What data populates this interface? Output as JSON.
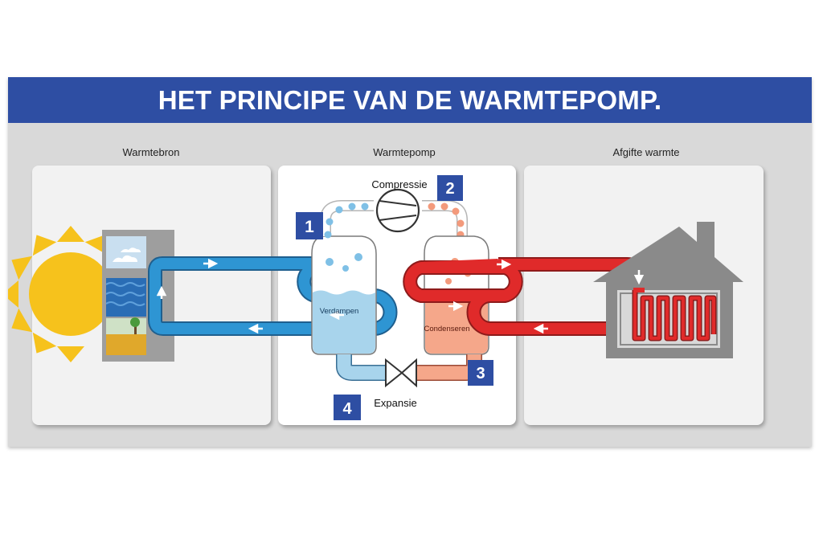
{
  "banner": {
    "title": "HET PRINCIPE VAN DE WARMTEPOMP."
  },
  "columns": {
    "source": "Warmtebron",
    "pump": "Warmtepomp",
    "output": "Afgifte warmte"
  },
  "stages": {
    "compression": {
      "number": "2",
      "label": "Compressie"
    },
    "evaporation": {
      "number": "1",
      "label": "Verdampen"
    },
    "condensation": {
      "number": "3",
      "label": "Condenseren"
    },
    "expansion": {
      "number": "4",
      "label": "Expansie"
    }
  },
  "colors": {
    "banner": "#2e4ea3",
    "cold_circuit": "#2e95d3",
    "hot_circuit": "#e02a2a",
    "evaporator_fill": "#a8d4ec",
    "condenser_fill": "#f5a78a",
    "sun": "#f6c21c",
    "house": "#8a8a8a",
    "number_badge": "#2e4ea3"
  },
  "icons": {
    "sun": "sun-icon",
    "environment": "environment-strip-icon",
    "compressor": "compressor-icon",
    "valve": "expansion-valve-icon",
    "house": "house-icon",
    "heating_coil": "floor-heating-coil-icon"
  }
}
